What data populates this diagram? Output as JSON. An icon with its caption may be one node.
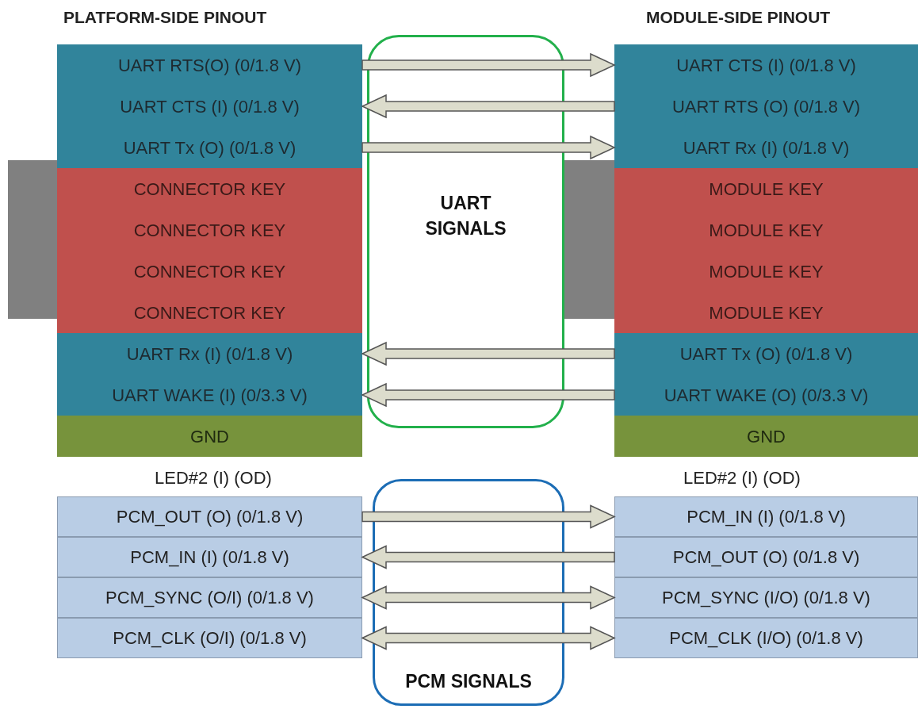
{
  "diagram": {
    "nodes": [
      {
        "text": [
          "UART RTS(O) (0/1.8 V)"
        ]
      },
      {
        "text": [
          "UART CTS (I) (0/1.8 V)"
        ]
      },
      {
        "text": [
          "UART Tx (O) (0/1.8 V)"
        ]
      },
      {
        "text": [
          "CONNECTOR KEY"
        ]
      },
      {
        "text": [
          "CONNECTOR KEY"
        ]
      },
      {
        "text": [
          "CONNECTOR KEY"
        ]
      },
      {
        "text": [
          "CONNECTOR KEY"
        ]
      },
      {
        "text": [
          "UART Rx (I) (0/1.8 V)"
        ]
      },
      {
        "text": [
          "UART WAKE (I) (0/3.3 V)"
        ]
      },
      {
        "text": [
          "GND"
        ]
      },
      {
        "text": [
          "UART SIGNALS"
        ]
      },
      {
        "text": [
          "UART CTS (I) (0/1.8 V)"
        ]
      },
      {
        "text": [
          "UART RTS (O) (0/1.8 V)"
        ]
      },
      {
        "text": [
          "UART Rx (I) (0/1.8 V)"
        ]
      },
      {
        "text": [
          "MODULE KEY"
        ]
      },
      {
        "text": [
          "MODULE KEY"
        ]
      },
      {
        "text": [
          "MODULE KEY"
        ]
      },
      {
        "text": [
          "MODULE KEY"
        ]
      },
      {
        "text": [
          "UART Tx (O) (0/1.8 V)"
        ]
      },
      {
        "text": [
          "UART WAKE (O) (0/3.3 V)"
        ]
      },
      {
        "text": [
          "GND"
        ]
      },
      {
        "text": [
          "PCM_OUT (O) (0/1.8 V)"
        ]
      },
      {
        "text": [
          "PCM_IN (I) (0/1.8 V)"
        ]
      },
      {
        "text": [
          "PCM_SYNC (O/I) (0/1.8 V)"
        ]
      },
      {
        "text": [
          "PCM_CLK (O/I) (0/1.8 V)"
        ]
      },
      {
        "text": [
          "PCM SIGNALS"
        ]
      },
      {
        "text": [
          "PCM_IN (I) (0/1.8 V)"
        ]
      },
      {
        "text": [
          "PCM_OUT (O) (0/1.8 V)"
        ]
      },
      {
        "text": [
          "PCM_SYNC (I/O) (0/1.8 V)"
        ]
      },
      {
        "text": [
          "PCM_CLK (I/O) (0/1.8 V)"
        ]
      },
      {
        "text": [],
        "shape": "box"
      },
      {
        "text": [],
        "shape": "box"
      }
    ],
    "edges": [
      {
        "from": 0,
        "to": 11,
        "arrow": "to"
      },
      {
        "from": 12,
        "to": 1,
        "arrow": "to"
      },
      {
        "from": 2,
        "to": 13,
        "arrow": "to"
      },
      {
        "from": 18,
        "to": 7,
        "arrow": "to"
      },
      {
        "from": 19,
        "to": 8,
        "arrow": "to"
      },
      {
        "from": 21,
        "to": 26,
        "arrow": "to"
      },
      {
        "from": 27,
        "to": 22,
        "arrow": "to"
      },
      {
        "from": 23,
        "to": 28,
        "arrow": "both"
      },
      {
        "from": 24,
        "to": 29,
        "arrow": "both"
      }
    ],
    "labels": [
      "PLATFORM-SIDE PINOUT",
      "MODULE-SIDE PINOUT",
      "LED#2 (I) (OD)",
      "LED#2 (I) (OD)"
    ]
  }
}
